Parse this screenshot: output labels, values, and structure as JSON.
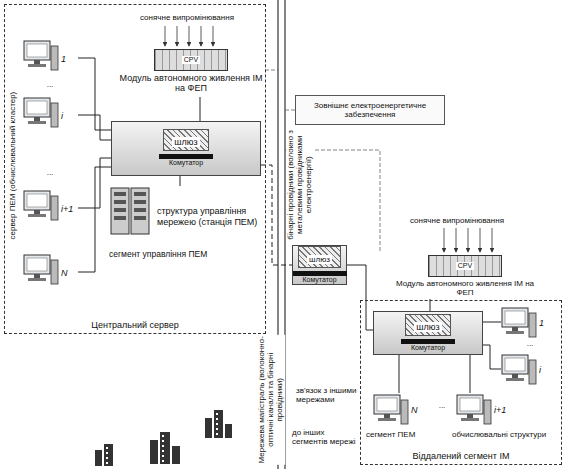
{
  "diagram": {
    "nodes": [
      {
        "text": [
          "Центральний сервер"
        ]
      },
      {
        "text": [
          "1"
        ],
        "in": 0
      },
      {
        "text": [
          "i"
        ],
        "in": 0
      },
      {
        "text": [
          "i+1"
        ],
        "in": 0
      },
      {
        "text": [
          "N"
        ],
        "in": 0
      },
      {
        "text": [
          "CPV",
          "Модуль автономного живлення ІМ на ФЕП"
        ],
        "in": 0
      },
      {
        "text": [
          "шлюз",
          "Комутатор"
        ],
        "in": 0
      },
      {
        "text": [
          "структура управління мережею (станція ПЕМ)",
          "сегмент управління ПЕМ"
        ],
        "in": 0
      },
      {
        "text": [
          "Зовнішнє електроенергетичне забезпечення"
        ]
      },
      {
        "text": [
          "шлюз",
          "Комутатор"
        ]
      },
      {
        "text": [
          "Віддалений сегмент ІМ"
        ]
      },
      {
        "text": [
          "CPV",
          "Модуль автономного живлення ІМ на ФЕП"
        ]
      },
      {
        "text": [
          "шлюз",
          "Комутатор"
        ],
        "in": 10
      },
      {
        "text": [
          "1"
        ],
        "in": 10
      },
      {
        "text": [
          "i"
        ],
        "in": 10
      },
      {
        "text": [
          "N"
        ],
        "in": 10
      },
      {
        "text": [
          "i+1"
        ],
        "in": 10
      }
    ],
    "edges": [
      {
        "from": 1,
        "to": 6,
        "arrow": "none"
      },
      {
        "from": 2,
        "to": 6,
        "arrow": "none"
      },
      {
        "from": 3,
        "to": 6,
        "arrow": "none"
      },
      {
        "from": 4,
        "to": 6,
        "arrow": "none"
      },
      {
        "from": 5,
        "to": 6,
        "arrow": "none"
      },
      {
        "from": 7,
        "to": 6,
        "arrow": "none"
      },
      {
        "from": 6,
        "to": 9,
        "arrow": "none"
      },
      {
        "from": 9,
        "to": 12,
        "arrow": "none"
      },
      {
        "from": 11,
        "to": 12,
        "arrow": "none"
      },
      {
        "from": 12,
        "to": 13,
        "arrow": "none"
      },
      {
        "from": 12,
        "to": 14,
        "arrow": "none"
      },
      {
        "from": 12,
        "to": 15,
        "arrow": "none"
      },
      {
        "from": 12,
        "to": 16,
        "arrow": "none"
      }
    ],
    "labels": [
      "сонячне випромінювання",
      "сервер ПЕМ (обчислювальний кластер)",
      "...",
      "...",
      "бінарні провідники (волокно з металевими провідниками електроенергії)",
      "Мережева магістраль (волоконно-оптичні канали та бінарні провідники)",
      "сонячне випромінювання",
      "...",
      "...",
      "сегмент ПЕМ",
      "обчислювальні структури",
      "зв'язок з іншими мережами",
      "до інших сегментів мережі"
    ]
  }
}
